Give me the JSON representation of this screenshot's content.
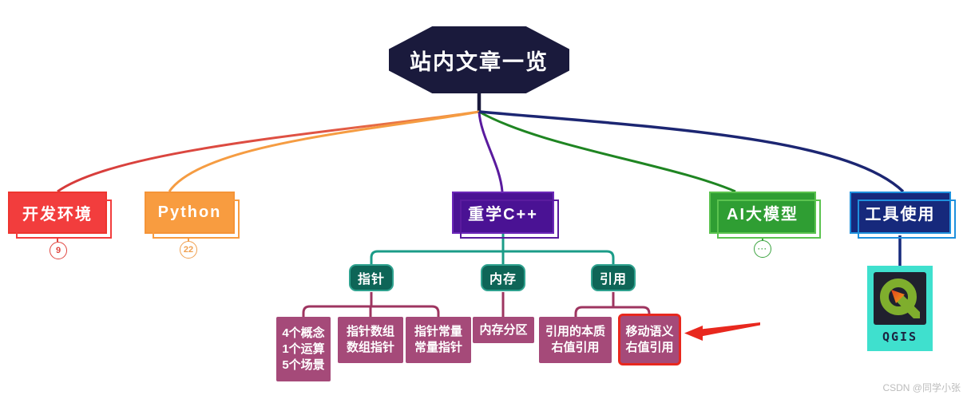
{
  "root": {
    "label": "站内文章一览"
  },
  "branches": {
    "dev_env": {
      "label": "开发环境",
      "badge": "9",
      "color": "#f23d3d"
    },
    "python": {
      "label": "Python",
      "badge": "22",
      "color": "#f89c40"
    },
    "cpp": {
      "label": "重学C++",
      "color": "#4a1294"
    },
    "ai": {
      "label": "AI大模型",
      "badge": "···",
      "color": "#2f9e33"
    },
    "tools": {
      "label": "工具使用",
      "color": "#16297c"
    }
  },
  "cpp_children": {
    "pointer": {
      "label": "指针"
    },
    "memory": {
      "label": "内存"
    },
    "reference": {
      "label": "引用"
    }
  },
  "leaves": [
    {
      "lines": [
        "4个概念",
        "1个运算",
        "5个场景"
      ]
    },
    {
      "lines": [
        "指针数组",
        "数组指针"
      ]
    },
    {
      "lines": [
        "指针常量",
        "常量指针"
      ]
    },
    {
      "lines": [
        "内存分区"
      ]
    },
    {
      "lines": [
        "引用的本质",
        "右值引用"
      ]
    },
    {
      "lines": [
        "移动语义",
        "右值引用"
      ],
      "highlighted": true
    }
  ],
  "tools_child": {
    "label": "QGIS"
  },
  "watermark": "CSDN @同学小张",
  "colors": {
    "root_bg": "#1a1a3c",
    "curve_red": "#d63a3a",
    "curve_orange": "#f59c42",
    "curve_purple": "#5a1b9e",
    "curve_green": "#1f8522",
    "curve_navy": "#1c2672",
    "teal_fill": "#0e6557",
    "teal_border": "#2fa28f",
    "teal_connector": "#1b9c88",
    "leaf_fill": "#a54a79",
    "leaf_connector": "#9e3560",
    "highlight_red": "#e8281e",
    "qgis_card": "#3fe0ce",
    "qgis_green": "#7fae2d"
  }
}
